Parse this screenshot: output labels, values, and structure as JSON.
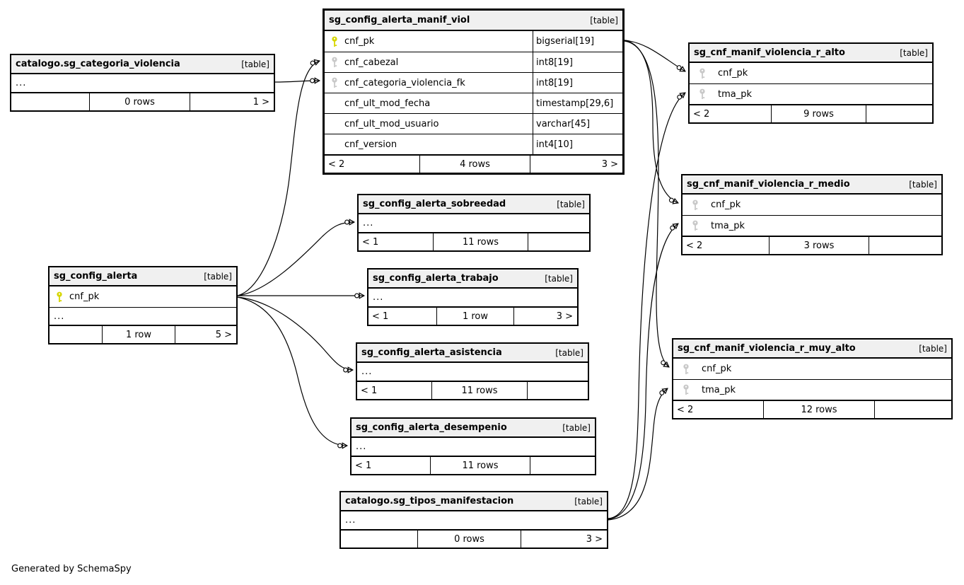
{
  "diagram": {
    "generator_note": "Generated by SchemaSpy",
    "colors": {
      "header_bg": "#f0f0f0",
      "border": "#000000",
      "primary_key_icon": "#d6d600",
      "foreign_key_icon": "#c9c9c9",
      "background": "#ffffff"
    }
  },
  "tables": [
    {
      "title": "catalogo.sg_categoria_violencia",
      "tag": "[table]",
      "rows": [
        {
          "name": "..."
        }
      ],
      "footer": {
        "left": "",
        "center": "0 rows",
        "right": "1 >"
      }
    },
    {
      "title": "sg_config_alerta_manif_viol",
      "tag": "[table]",
      "rows": [
        {
          "key": "pk",
          "name": "cnf_pk",
          "type": "bigserial[19]"
        },
        {
          "key": "fk",
          "name": "cnf_cabezal",
          "type": "int8[19]"
        },
        {
          "key": "fk",
          "name": "cnf_categoria_violencia_fk",
          "type": "int8[19]"
        },
        {
          "key": "",
          "name": "cnf_ult_mod_fecha",
          "type": "timestamp[29,6]"
        },
        {
          "key": "",
          "name": "cnf_ult_mod_usuario",
          "type": "varchar[45]"
        },
        {
          "key": "",
          "name": "cnf_version",
          "type": "int4[10]"
        }
      ],
      "footer": {
        "left": "< 2",
        "center": "4 rows",
        "right": "3 >"
      }
    },
    {
      "title": "sg_cnf_manif_violencia_r_alto",
      "tag": "[table]",
      "rows": [
        {
          "key": "fk",
          "name": "cnf_pk"
        },
        {
          "key": "fk",
          "name": "tma_pk"
        }
      ],
      "footer": {
        "left": "< 2",
        "center": "9 rows",
        "right": ""
      }
    },
    {
      "title": "sg_cnf_manif_violencia_r_medio",
      "tag": "[table]",
      "rows": [
        {
          "key": "fk",
          "name": "cnf_pk"
        },
        {
          "key": "fk",
          "name": "tma_pk"
        }
      ],
      "footer": {
        "left": "< 2",
        "center": "3 rows",
        "right": ""
      }
    },
    {
      "title": "sg_cnf_manif_violencia_r_muy_alto",
      "tag": "[table]",
      "rows": [
        {
          "key": "fk",
          "name": "cnf_pk"
        },
        {
          "key": "fk",
          "name": "tma_pk"
        }
      ],
      "footer": {
        "left": "< 2",
        "center": "12 rows",
        "right": ""
      }
    },
    {
      "title": "sg_config_alerta",
      "tag": "[table]",
      "rows": [
        {
          "key": "pk",
          "name": "cnf_pk"
        },
        {
          "name": "..."
        }
      ],
      "footer": {
        "left": "",
        "center": "1 row",
        "right": "5 >"
      }
    },
    {
      "title": "sg_config_alerta_sobreedad",
      "tag": "[table]",
      "rows": [
        {
          "name": "..."
        }
      ],
      "footer": {
        "left": "< 1",
        "center": "11 rows",
        "right": ""
      }
    },
    {
      "title": "sg_config_alerta_trabajo",
      "tag": "[table]",
      "rows": [
        {
          "name": "..."
        }
      ],
      "footer": {
        "left": "< 1",
        "center": "1 row",
        "right": "3 >"
      }
    },
    {
      "title": "sg_config_alerta_asistencia",
      "tag": "[table]",
      "rows": [
        {
          "name": "..."
        }
      ],
      "footer": {
        "left": "< 1",
        "center": "11 rows",
        "right": ""
      }
    },
    {
      "title": "sg_config_alerta_desempenio",
      "tag": "[table]",
      "rows": [
        {
          "name": "..."
        }
      ],
      "footer": {
        "left": "< 1",
        "center": "11 rows",
        "right": ""
      }
    },
    {
      "title": "catalogo.sg_tipos_manifestacion",
      "tag": "[table]",
      "rows": [
        {
          "name": "..."
        }
      ],
      "footer": {
        "left": "",
        "center": "0 rows",
        "right": "3 >"
      }
    }
  ],
  "relationships": [
    {
      "parent": "catalogo.sg_categoria_violencia",
      "child": "sg_config_alerta_manif_viol.cnf_categoria_violencia_fk"
    },
    {
      "parent": "sg_config_alerta",
      "child": "sg_config_alerta_manif_viol.cnf_cabezal"
    },
    {
      "parent": "sg_config_alerta",
      "child": "sg_config_alerta_sobreedad"
    },
    {
      "parent": "sg_config_alerta",
      "child": "sg_config_alerta_trabajo"
    },
    {
      "parent": "sg_config_alerta",
      "child": "sg_config_alerta_asistencia"
    },
    {
      "parent": "sg_config_alerta",
      "child": "sg_config_alerta_desempenio"
    },
    {
      "parent": "sg_config_alerta_manif_viol",
      "child": "sg_cnf_manif_violencia_r_alto.cnf_pk"
    },
    {
      "parent": "sg_config_alerta_manif_viol",
      "child": "sg_cnf_manif_violencia_r_medio.cnf_pk"
    },
    {
      "parent": "sg_config_alerta_manif_viol",
      "child": "sg_cnf_manif_violencia_r_muy_alto.cnf_pk"
    },
    {
      "parent": "catalogo.sg_tipos_manifestacion",
      "child": "sg_cnf_manif_violencia_r_alto.tma_pk"
    },
    {
      "parent": "catalogo.sg_tipos_manifestacion",
      "child": "sg_cnf_manif_violencia_r_medio.tma_pk"
    },
    {
      "parent": "catalogo.sg_tipos_manifestacion",
      "child": "sg_cnf_manif_violencia_r_muy_alto.tma_pk"
    }
  ]
}
